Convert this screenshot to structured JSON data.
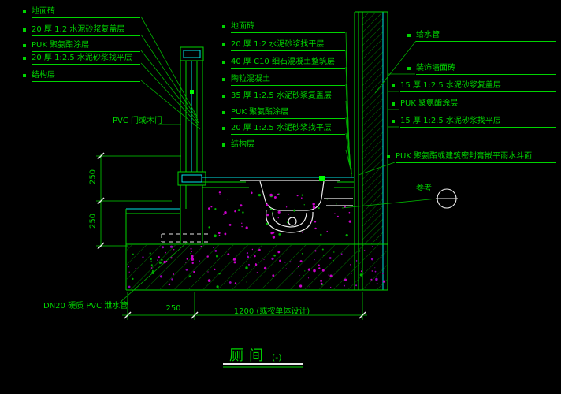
{
  "title": {
    "name": "厕间",
    "variant": "(-)"
  },
  "stack_left": {
    "items": [
      "地面砖",
      "20 厚 1:2  水泥砂浆复盖层",
      "PUK  聚氨酯涂层",
      "20 厚 1:2.5  水泥砂浆找平层",
      "结构层"
    ]
  },
  "stack_middle": {
    "items": [
      "地面砖",
      "20 厚 1:2  水泥砂浆找平层",
      "40 厚 C10  细石混凝土整筑层",
      "陶粒混凝土",
      "35 厚 1:2.5  水泥砂浆复盖层",
      "PUK  聚氨酯涂层",
      "20 厚 1:2.5  水泥砂浆找平层",
      "结构层"
    ]
  },
  "stack_right": {
    "items": [
      "给水管",
      "装饰墙面砖",
      "15 厚 1:2.5  水泥砂浆复盖层",
      "PUK  聚氨酯涂层",
      "15 厚 1:2.5  水泥砂浆找平层",
      "PUK  聚氨酯或建筑密封膏嵌平雨水斗面"
    ]
  },
  "callouts": {
    "door": "PVC 门或木门",
    "drain_pipe": "DN20  硬质 PVC  泄水管",
    "reference": "参考"
  },
  "dimensions": {
    "left_upper": "250",
    "left_lower": "250",
    "bottom_left": "250",
    "bottom_right": "1200 (或按单体设计)"
  },
  "colors": {
    "background": "#000000",
    "green": "#00d400",
    "cyan": "#00e5e5",
    "magenta": "#cc00cc",
    "white": "#ececec",
    "highlight": "#00ff00"
  }
}
